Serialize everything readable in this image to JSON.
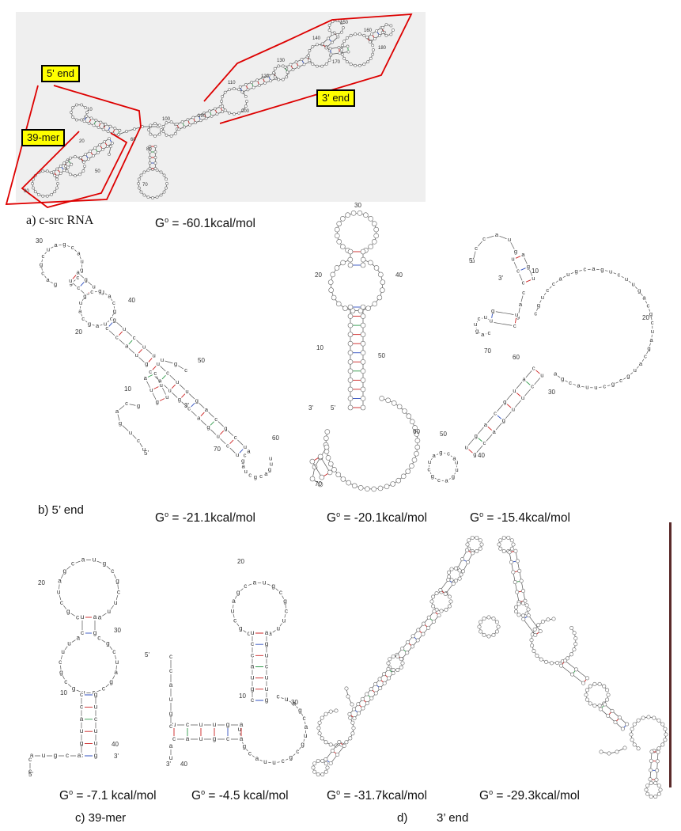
{
  "panel_a": {
    "tags": {
      "five_end": "5' end",
      "mer39": "39-mer",
      "three_end": "3' end"
    },
    "caption": "a) c-src RNA",
    "energy": {
      "g": "G",
      "sup": "o",
      "value": " = -60.1kcal/mol"
    },
    "nums": [
      "150",
      "160",
      "180",
      "140",
      "130",
      "170",
      "120",
      "110",
      "200",
      "190",
      "100",
      "80",
      "70",
      "60",
      "50",
      "30",
      "20",
      "10",
      "1"
    ]
  },
  "panel_b": {
    "caption": "b) 5’ end",
    "s1": {
      "nums": [
        "30",
        "40",
        "20",
        "10",
        "50",
        "60",
        "70"
      ],
      "ends": [
        "3'",
        "5'"
      ],
      "energy": {
        "g": "G",
        "sup": "o",
        "value": " = -21.1kcal/mol"
      }
    },
    "s2": {
      "nums": [
        "30",
        "20",
        "40",
        "10",
        "50",
        "60",
        "70"
      ],
      "ends": [
        "3'",
        "5'"
      ],
      "energy": {
        "g": "G",
        "sup": "o",
        "value": " = -20.1kcal/mol"
      }
    },
    "s3": {
      "nums": [
        "10",
        "20",
        "70",
        "60",
        "30",
        "50",
        "40"
      ],
      "ends": [
        "5'",
        "3'"
      ],
      "energy": {
        "g": "G",
        "sup": "o",
        "value": " = -15.4kcal/mol"
      }
    }
  },
  "panel_c": {
    "caption": "c) 39-mer",
    "s1": {
      "nums": [
        "20",
        "30",
        "10",
        "40"
      ],
      "ends": [
        "3'",
        "5'"
      ],
      "energy": {
        "g": "G",
        "sup": "o",
        "value": " = -7.1 kcal/mol"
      }
    },
    "s2": {
      "nums": [
        "20",
        "10",
        "30",
        "40"
      ],
      "ends": [
        "5'",
        "3'"
      ],
      "energy": {
        "g": "G",
        "sup": "o",
        "value": " = -4.5 kcal/mol"
      }
    }
  },
  "panel_d": {
    "caption_letter": "d)",
    "caption_text": "3’ end",
    "s1": {
      "energy": {
        "g": "G",
        "sup": "o",
        "value": " = -31.7kcal/mol"
      }
    },
    "s2": {
      "energy": {
        "g": "G",
        "sup": "o",
        "value": " = -29.3kcal/mol"
      }
    }
  },
  "colors": {
    "outline": "#dd0000",
    "tag_fill": "#ffff00",
    "pair_red": "#cc2222",
    "pair_green": "#2f9a4a",
    "pair_blue": "#3050c0",
    "backbone": "#555555",
    "rule": "#5a2a2a"
  }
}
